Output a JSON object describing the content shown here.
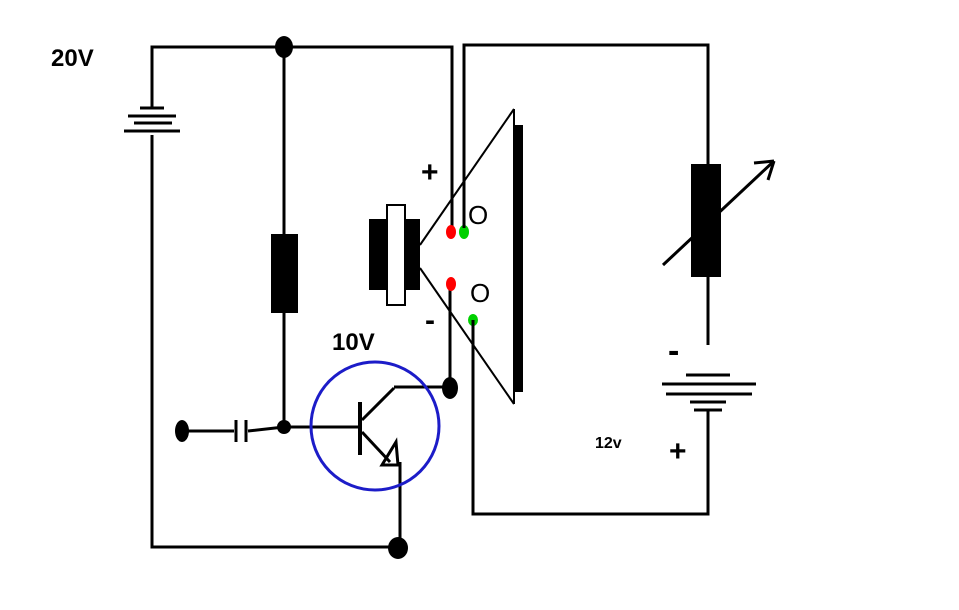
{
  "labels": {
    "supply_voltage": "20V",
    "transistor_voltage": "10V",
    "battery_voltage": "12v",
    "speaker_plus": "+",
    "speaker_minus": "-",
    "battery_minus": "-",
    "battery_plus": "+",
    "terminal_top": "O",
    "terminal_bottom": "O"
  },
  "colors": {
    "wire": "#000000",
    "transistor_circle": "#1c1cc8",
    "terminal_red": "#ff0000",
    "terminal_green": "#00d000",
    "coil_core": "#ffffff"
  }
}
